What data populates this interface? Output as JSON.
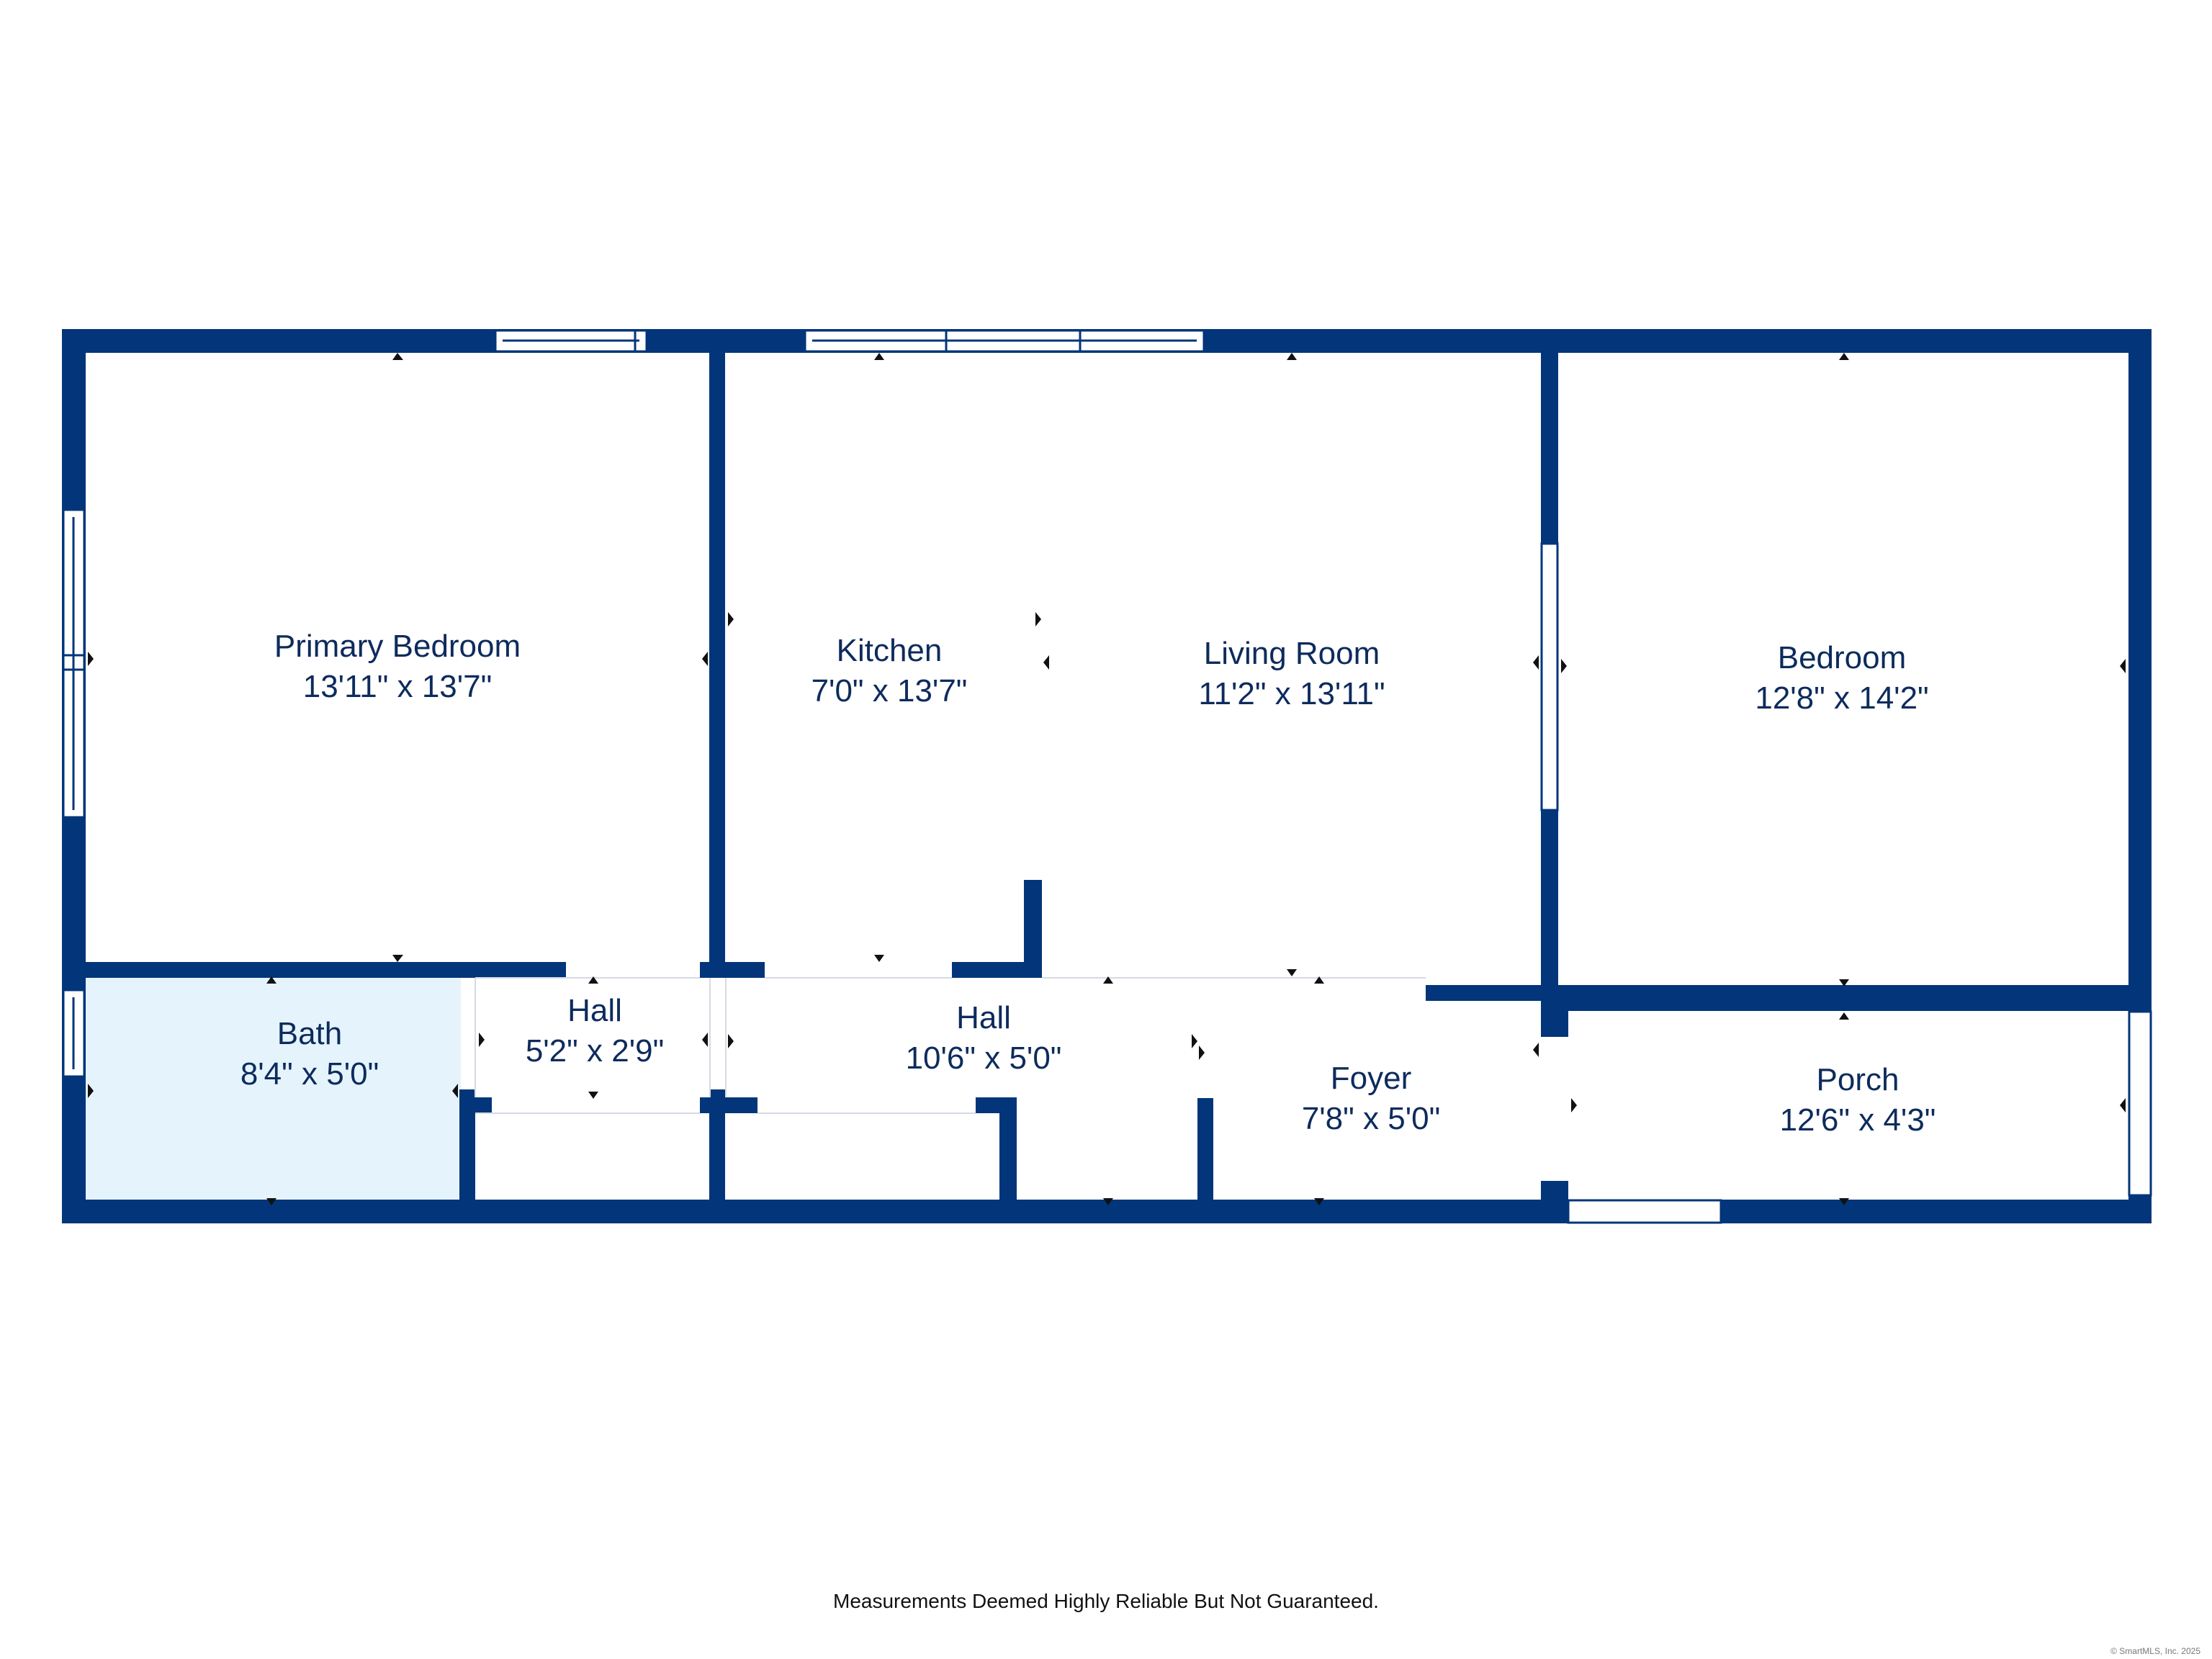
{
  "colors": {
    "wall": "#02357a",
    "window": "#ffffff",
    "bath_fill": "#e5f3fc",
    "text": "#0d2b5c"
  },
  "rooms": [
    {
      "id": "primary-bedroom",
      "name": "Primary Bedroom",
      "dims": "13'11\" x 13'7\""
    },
    {
      "id": "kitchen",
      "name": "Kitchen",
      "dims": "7'0\" x 13'7\""
    },
    {
      "id": "living-room",
      "name": "Living Room",
      "dims": "11'2\" x 13'11\""
    },
    {
      "id": "bedroom",
      "name": "Bedroom",
      "dims": "12'8\" x 14'2\""
    },
    {
      "id": "bath",
      "name": "Bath",
      "dims": "8'4\" x 5'0\""
    },
    {
      "id": "hall-small",
      "name": "Hall",
      "dims": "5'2\" x 2'9\""
    },
    {
      "id": "hall-large",
      "name": "Hall",
      "dims": "10'6\" x 5'0\""
    },
    {
      "id": "foyer",
      "name": "Foyer",
      "dims": "7'8\" x 5'0\""
    },
    {
      "id": "porch",
      "name": "Porch",
      "dims": "12'6\" x 4'3\""
    }
  ],
  "footer": {
    "disclaimer": "Measurements Deemed Highly Reliable But Not Guaranteed.",
    "copyright": "© SmartMLS, Inc. 2025"
  }
}
